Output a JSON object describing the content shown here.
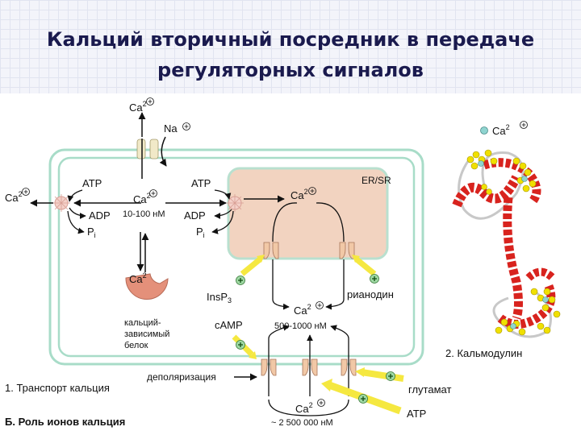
{
  "title": {
    "line1": "Кальций  вторичный посредник в передаче",
    "line2": "регуляторных сигналов"
  },
  "diagram": {
    "ca": "Ca",
    "two": "2",
    "na": "Na",
    "atp": "ATP",
    "adp": "ADP",
    "pi": "P",
    "pi_sub": "i",
    "cyto_conc": "10-100 нМ",
    "er_label": "ER/SR",
    "insp3": "InsP",
    "insp3_sub": "3",
    "ryanodine": "рианодин",
    "camp": "cAMP",
    "cyto_conc_high": "500-1000 нМ",
    "ext_conc": "~ 2 500 000 нМ",
    "protein_label": [
      "кальций-",
      "зависимый",
      "белок"
    ],
    "depolarization": "деполяризация",
    "glutamate": "глутамат",
    "atp_ext": "ATP",
    "caption1": "1. Транспорт кальция",
    "caption_b": "Б. Роль ионов кальция"
  },
  "calmodulin": {
    "legend_ion": "Ca",
    "caption": "2. Кальмодулин"
  },
  "colors": {
    "title": "#1a1a4e",
    "membrane": "#a8dcc8",
    "er_fill": "#f2d3c0",
    "helix": "#d8231e",
    "calcium_atom": "#f0e000",
    "arrow_yellow": "#f5e840"
  },
  "icons": [
    "plus-circle-icon",
    "channel-icon",
    "pump-icon"
  ]
}
